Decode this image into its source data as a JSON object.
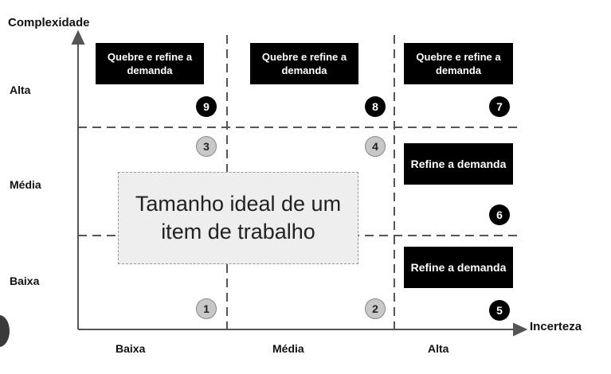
{
  "y_axis": {
    "title": "Complexidade",
    "ticks": [
      "Alta",
      "Média",
      "Baixa"
    ]
  },
  "x_axis": {
    "title": "Incerteza",
    "ticks": [
      "Baixa",
      "Média",
      "Alta"
    ]
  },
  "boxes": {
    "top_left": "Quebre e refine a demanda",
    "top_middle": "Quebre e refine a demanda",
    "top_right": "Quebre e refine a demanda",
    "middle_right": "Refine a demanda",
    "bottom_right": "Refine a demanda"
  },
  "ideal_area": "Tamanho ideal de um item de trabalho",
  "badges": {
    "b1": "1",
    "b2": "2",
    "b3": "3",
    "b4": "4",
    "b5": "5",
    "b6": "6",
    "b7": "7",
    "b8": "8",
    "b9": "9"
  },
  "colors": {
    "box_fill": "#000000",
    "ideal_fill": "#eeeeee",
    "axis": "#555555",
    "light_badge": "#c8c8c8"
  }
}
